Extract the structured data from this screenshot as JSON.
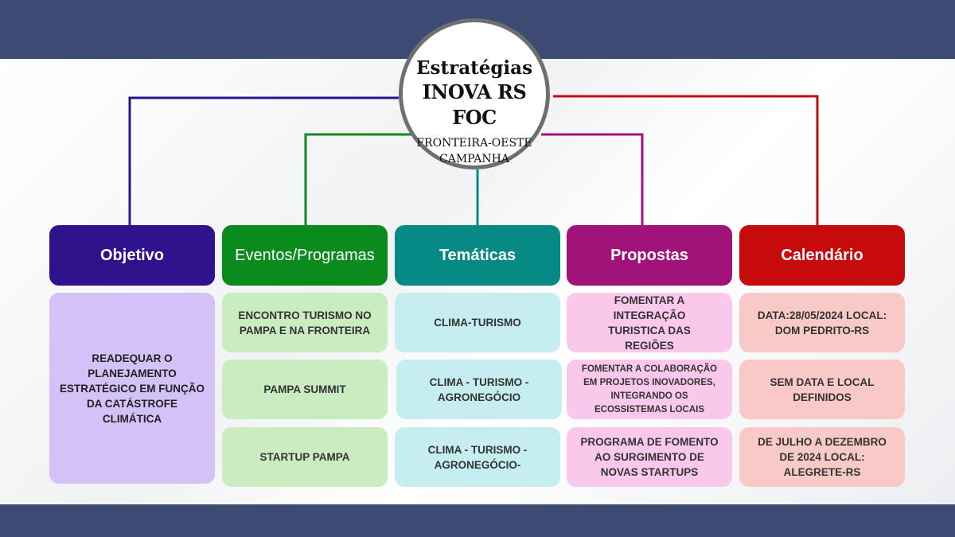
{
  "center": {
    "title": "Estratégias",
    "subtitle": "INOVA RS FOC",
    "line1": "FRONTEIRA-OESTE",
    "line2": "CAMPANHA"
  },
  "colors": {
    "objetivo": "#30138c",
    "eventos": "#0b8a1e",
    "tematicas": "#078a86",
    "propostas": "#a2137a",
    "calendario": "#c70a0c"
  },
  "columns": [
    {
      "header": "Objetivo",
      "cells": [
        "READEQUAR  O PLANEJAMENTO ESTRATÉGICO EM FUNÇÃO DA CATÁSTROFE CLIMÁTICA"
      ]
    },
    {
      "header": "Eventos/Programas",
      "cells": [
        "ENCONTRO TURISMO NO PAMPA E NA FRONTEIRA",
        "PAMPA SUMMIT",
        "STARTUP PAMPA"
      ]
    },
    {
      "header": "Temáticas",
      "cells": [
        "CLIMA-TURISMO",
        "CLIMA  - TURISMO - AGRONEGÓCIO",
        "CLIMA  - TURISMO - AGRONEGÓCIO-"
      ]
    },
    {
      "header": "Propostas",
      "cells": [
        "FOMENTAR A INTEGRAÇÃO TURISTICA DAS REGIÕES",
        "FOMENTAR  A COLABORAÇÃO EM PROJETOS INOVADORES, INTEGRANDO OS ECOSSISTEMAS LOCAIS",
        "PROGRAMA DE FOMENTO AO SURGIMENTO DE NOVAS STARTUPS"
      ]
    },
    {
      "header": "Calendário",
      "cells": [
        "DATA:28/05/2024 LOCAL: DOM PEDRITO-RS",
        "SEM DATA  E LOCAL DEFINIDOS",
        "DE JULHO A DEZEMBRO DE 2024 LOCAL: ALEGRETE-RS"
      ]
    }
  ]
}
